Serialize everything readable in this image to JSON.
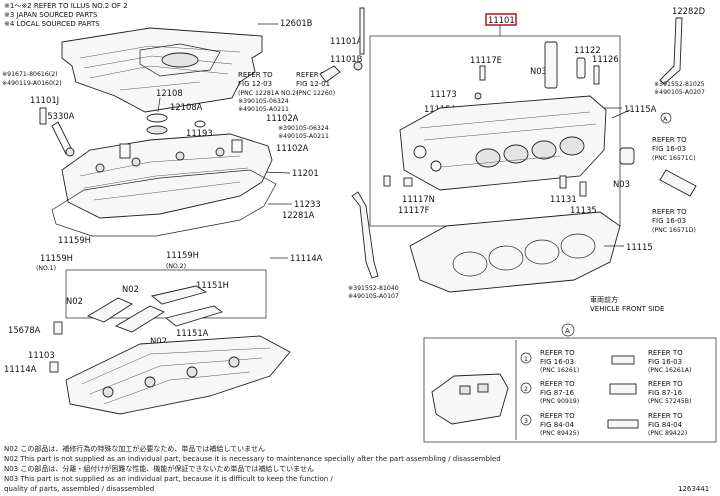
{
  "header_notes": {
    "line1": "※1〜※2 REFER TO ILLUS NO.2 OF 2",
    "line2": "※3 JAPAN SOURCED PARTS",
    "line3": "※4 LOCAL SOURCED PARTS"
  },
  "labels": {
    "p12601B": "12601B",
    "p11101": "11101",
    "p12282D": "12282D",
    "p11101A": "11101A",
    "p11101B": "11101B",
    "p11117E": "11117E",
    "p11122": "11122",
    "p11126": "11126",
    "p91671": "※91671-80616(2)",
    "p90119": "※490119-A0160(2)",
    "p12108": "12108",
    "refer_12_01_a": "REFER TO",
    "refer_12_01_b": "FIG 12-01",
    "refer_12_01_c": "(PNC 12260)",
    "refer_12_03_a": "REFER TO",
    "refer_12_03_b": "FIG 12-03",
    "refer_12_03_c": "(PNC 12281A NO.2)",
    "p90105_06324": "※390105-06324",
    "p90105_A0211": "※490105-A0211",
    "p11101J": "11101J",
    "p15330A": "15330A",
    "p12108A": "12108A",
    "p11193": "11193",
    "p11102A": "11102A",
    "p90105_06324b": "※390105-06324",
    "p90105_A0211b": "※490105-A0211",
    "pN03a": "N03",
    "p11173": "11173",
    "p11115A_l": "11115A",
    "p11115A_r": "11115A",
    "p91552_81025": "※391552-81025",
    "p90105_A0207": "※490105-A0207",
    "refer_16_03a_a": "REFER TO",
    "refer_16_03a_b": "FIG 16-03",
    "refer_16_03a_c": "(PNC 16571C)",
    "pA_circle": "A",
    "p11102A2": "11102A",
    "p11201": "11201",
    "p11233": "11233",
    "p12281A": "12281A",
    "p11117N": "11117N",
    "p11131": "11131",
    "p11135": "11135",
    "p11117F": "11117F",
    "pN03b": "N03",
    "refer_16_03b_a": "REFER TO",
    "refer_16_03b_b": "FIG 16-03",
    "refer_16_03b_c": "(PNC 16571D)",
    "p11115": "11115",
    "p11159H_a": "11159H",
    "p11159H_no1": "(NO.1)",
    "p11159H_b": "11159H",
    "p11159H_no2": "(NO.2)",
    "p11114A": "11114A",
    "p11151H": "11151H",
    "p11151A": "11151A",
    "pN02a": "N02",
    "pN02b": "N02",
    "pN02c": "N02",
    "p15678A": "15678A",
    "p11103": "11103",
    "p11114A_b": "11114A",
    "p91552_81040": "※391552-81040",
    "p90105_A0107": "※490105-A0107",
    "vehicle_jp": "車両前方",
    "vehicle_en": "VEHICLE FRONT SIDE",
    "inset_refer1_a": "REFER TO",
    "inset_refer1_b": "FIG 16-03",
    "inset_refer1_c": "(PNC 16261)",
    "inset_refer1r_a": "REFER TO",
    "inset_refer1r_b": "FIG 16-03",
    "inset_refer1r_c": "(PNC 16261A)",
    "inset_refer2_a": "REFER TO",
    "inset_refer2_b": "FIG 87-16",
    "inset_refer2_c": "(PNC 90919)",
    "inset_refer2r_a": "REFER TO",
    "inset_refer2r_b": "FIG 87-16",
    "inset_refer2r_c": "(PNC 57245B)",
    "inset_refer3_a": "REFER TO",
    "inset_refer3_b": "FIG 84-04",
    "inset_refer3_c": "(PNC 89425)",
    "inset_refer3r_a": "REFER TO",
    "inset_refer3r_b": "FIG 84-04",
    "inset_refer3r_c": "(PNC 89422)",
    "n1": "1",
    "n2": "2",
    "n3": "3",
    "inset_A": "A",
    "fig_code": "1263441"
  },
  "footnotes": {
    "n02_jp": "N02  この部品は、補修行為の特殊な加工が必要なため、単品では補給していません",
    "n02_en": "N02  This part is not supplied as an individual part, because it is necessary to maintenance specially after the part assembling / disassembled",
    "n03_jp": "N03  この部品は、分離・組付けが困難な性能、機能が保証できないため単品では補給していません",
    "n03_en1": "N03  This part is not supplied as an individual part, because it is difficult to keep the function /",
    "n03_en2": "       quality of parts, assembled / disassembled"
  }
}
